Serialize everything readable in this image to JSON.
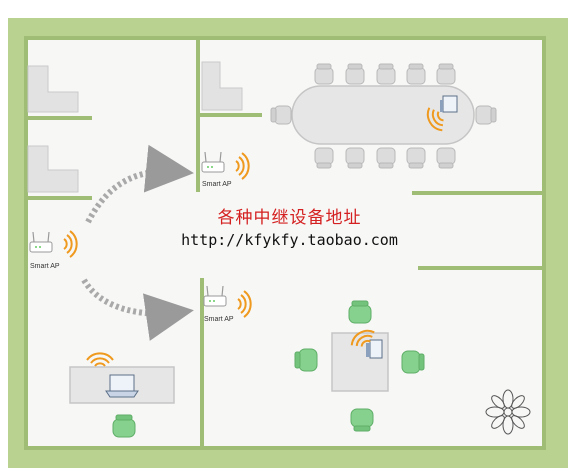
{
  "colors": {
    "wall": "#9fbd75",
    "border": "#b9d28f",
    "floor": "#f7f7f6",
    "chair": "#86d18e",
    "chair_stroke": "#5fae67",
    "signal": "#ef9a1e",
    "arrow": "#a9a9a9",
    "title_red": "#d42020"
  },
  "caption": {
    "title": "各种中继设备地址",
    "url": "http://kfykfy.taobao.com"
  },
  "devices": {
    "left_ap": "Smart AP",
    "upper_ap": "Smart AP",
    "lower_ap": "Smart AP"
  },
  "icons": [
    "router-icon",
    "wifi-signal-icon",
    "laptop-icon",
    "chair-icon",
    "plant-icon",
    "arrow-icon"
  ]
}
